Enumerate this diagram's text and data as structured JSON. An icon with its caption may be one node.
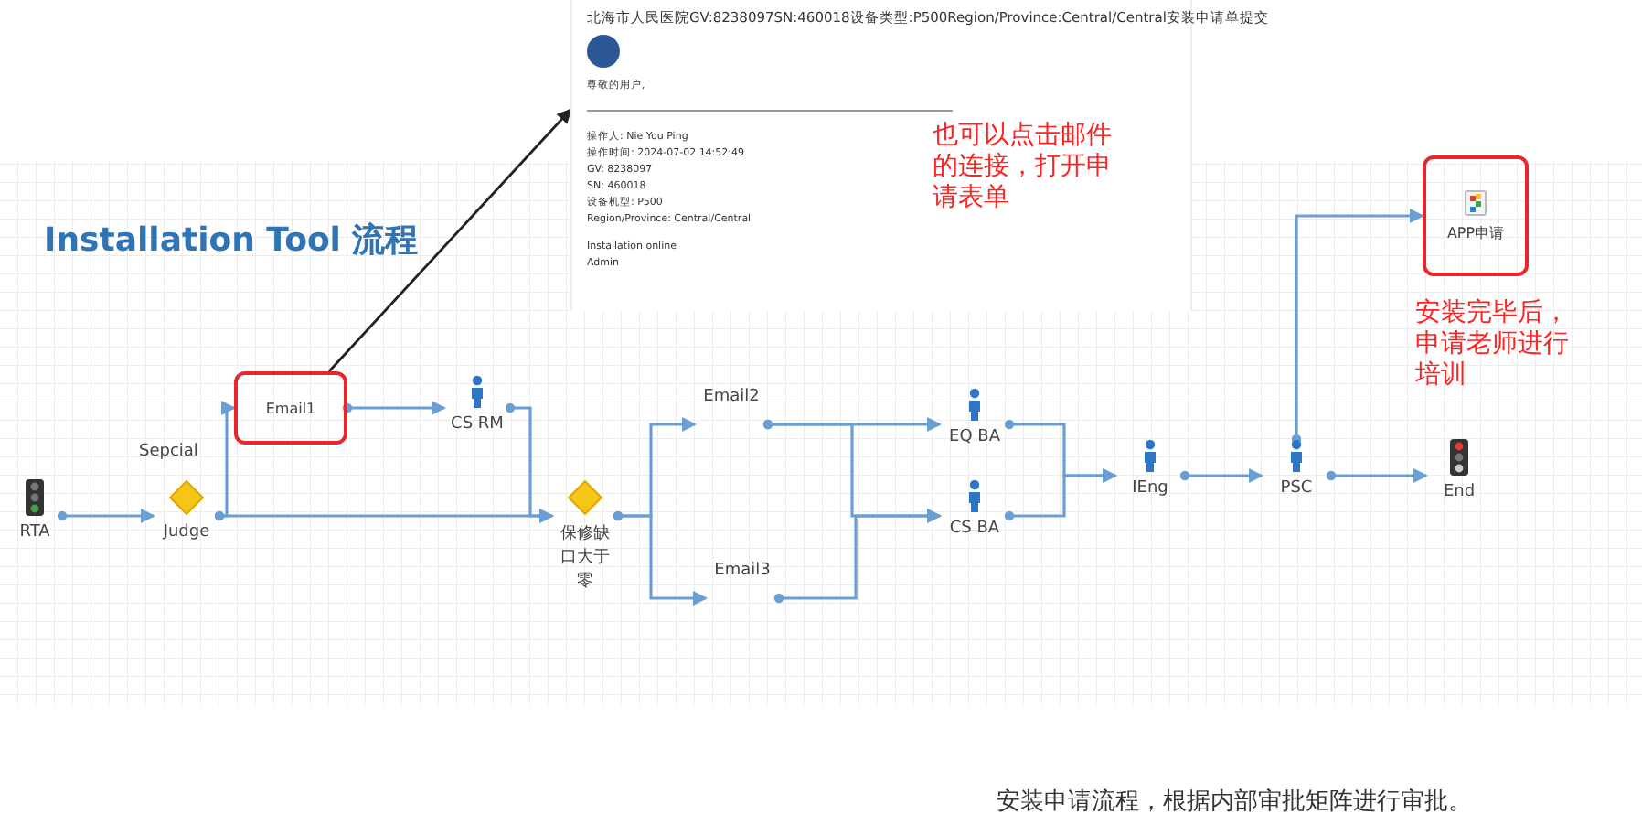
{
  "diagram": {
    "title": "Installation Tool 流程",
    "caption": "安装申请流程，根据内部审批矩阵进行审批。",
    "nodes": [
      {
        "text": [
          "北海市人民医院GV:8238097SN:460018设备类型:P500Region/Province:Central/Central安装申请单提交",
          "尊敬的用户,",
          "操作人: Nie You Ping",
          "操作时间: 2024-07-02 14:52:49",
          "GV: 8238097",
          "SN: 460018",
          "设备机型: P500",
          "Region/Province: Central/Central",
          "Installation online",
          "Admin"
        ]
      },
      {
        "text": [
          "RTA"
        ]
      },
      {
        "text": [
          "Judge"
        ],
        "beside": [
          "Sepcial"
        ]
      },
      {
        "text": [
          "Email1"
        ]
      },
      {
        "text": [
          "CS RM"
        ]
      },
      {
        "text": [
          "保修缺口大于零"
        ]
      },
      {
        "text": [
          "Email2"
        ]
      },
      {
        "text": [
          "Email3"
        ]
      },
      {
        "text": [
          "EQ BA"
        ]
      },
      {
        "text": [
          "CS BA"
        ]
      },
      {
        "text": [
          "IEng"
        ]
      },
      {
        "text": [
          "PSC"
        ]
      },
      {
        "text": [
          "End"
        ]
      },
      {
        "text": [
          "APP申请"
        ]
      }
    ],
    "edges": [
      {
        "from": 3,
        "to": 0,
        "arrow": "to",
        "color": "#222222"
      },
      {
        "from": 1,
        "to": 2,
        "arrow": "to"
      },
      {
        "from": 2,
        "to": 3,
        "arrow": "to"
      },
      {
        "from": 2,
        "to": 5,
        "arrow": "to"
      },
      {
        "from": 3,
        "to": 4,
        "arrow": "to"
      },
      {
        "from": 4,
        "to": 5,
        "arrow": "to"
      },
      {
        "from": 5,
        "to": 6,
        "arrow": "to"
      },
      {
        "from": 5,
        "to": 7,
        "arrow": "to"
      },
      {
        "from": 6,
        "to": 8,
        "arrow": "to"
      },
      {
        "from": 6,
        "to": 9,
        "arrow": "to"
      },
      {
        "from": 7,
        "to": 9,
        "arrow": "to"
      },
      {
        "from": 8,
        "to": 10,
        "arrow": "to"
      },
      {
        "from": 9,
        "to": 10,
        "arrow": "to"
      },
      {
        "from": 10,
        "to": 11,
        "arrow": "to"
      },
      {
        "from": 11,
        "to": 12,
        "arrow": "to"
      },
      {
        "from": 11,
        "to": 13,
        "arrow": "to"
      }
    ],
    "labels": [
      "也可以点击邮件的连接，打开申请表单",
      "安装完毕后，申请老师进行培训"
    ]
  }
}
